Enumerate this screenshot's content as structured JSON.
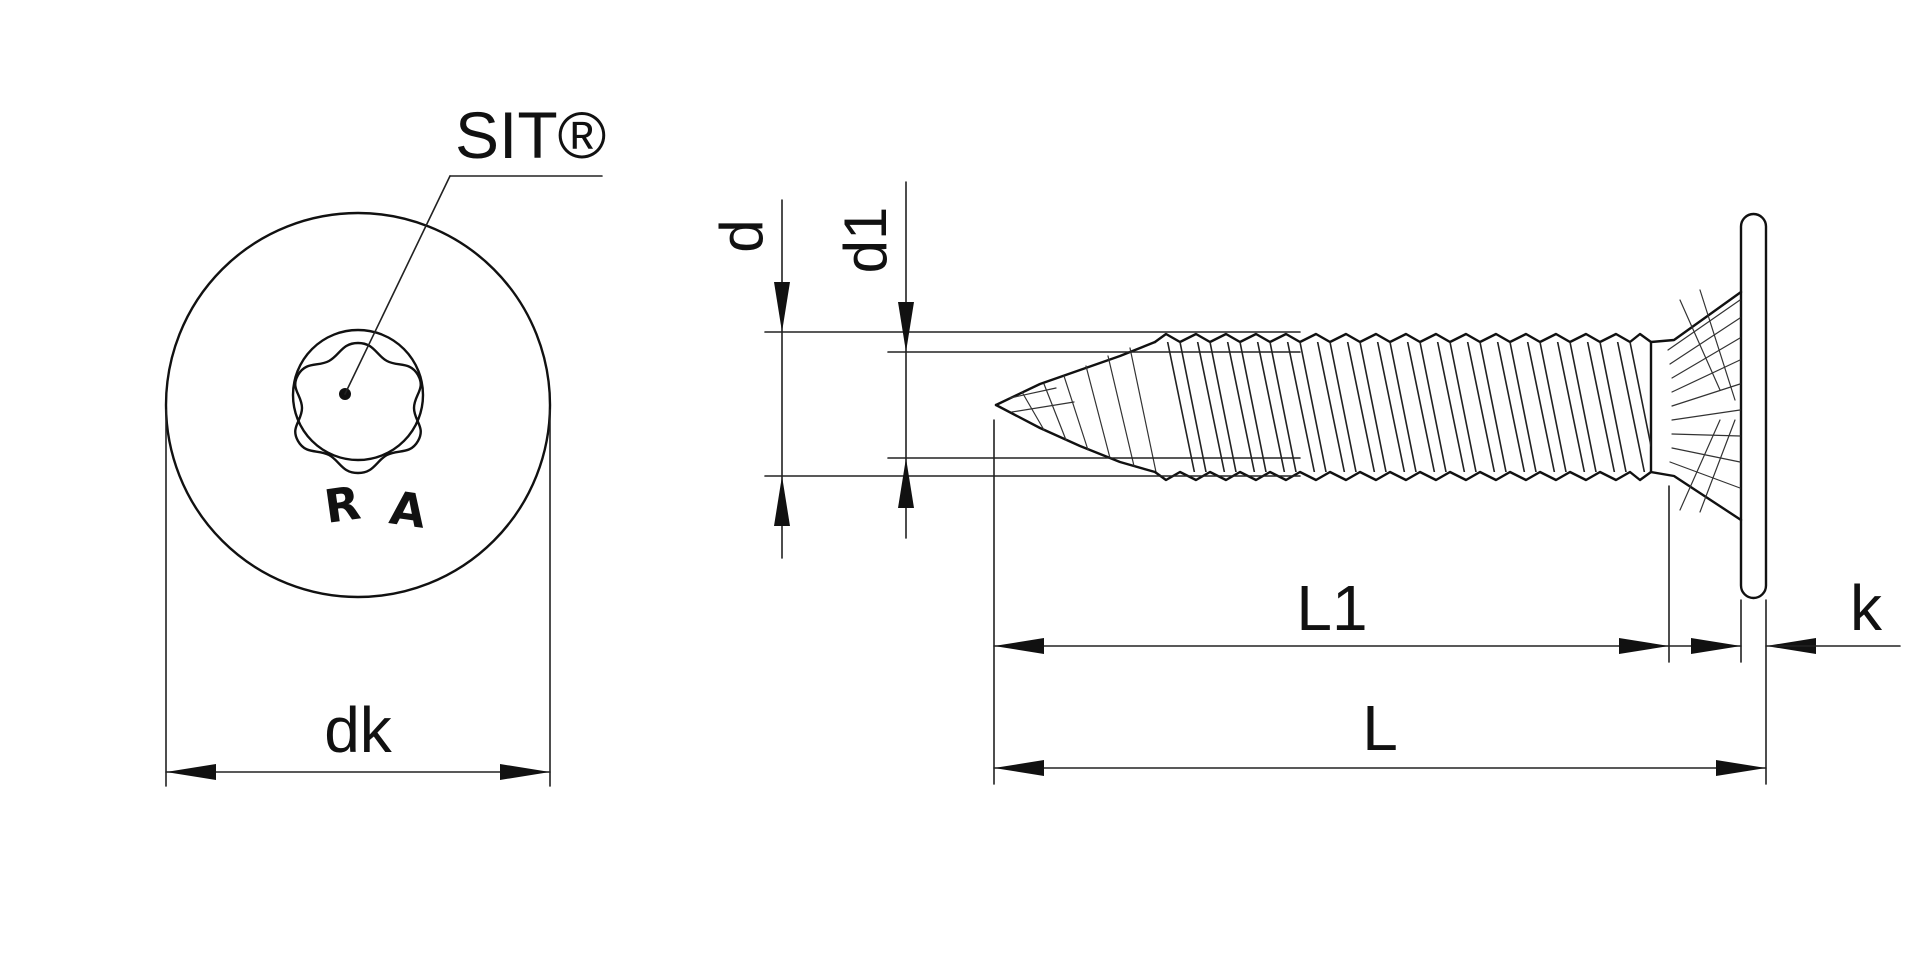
{
  "drive_label": "SIT®",
  "head_marking": [
    "R",
    "A"
  ],
  "dimensions": {
    "dk": "dk",
    "d": "d",
    "d1": "d1",
    "L1": "L1",
    "L": "L",
    "k": "k"
  },
  "colors": {
    "line": "#111111",
    "background": "#ffffff"
  }
}
